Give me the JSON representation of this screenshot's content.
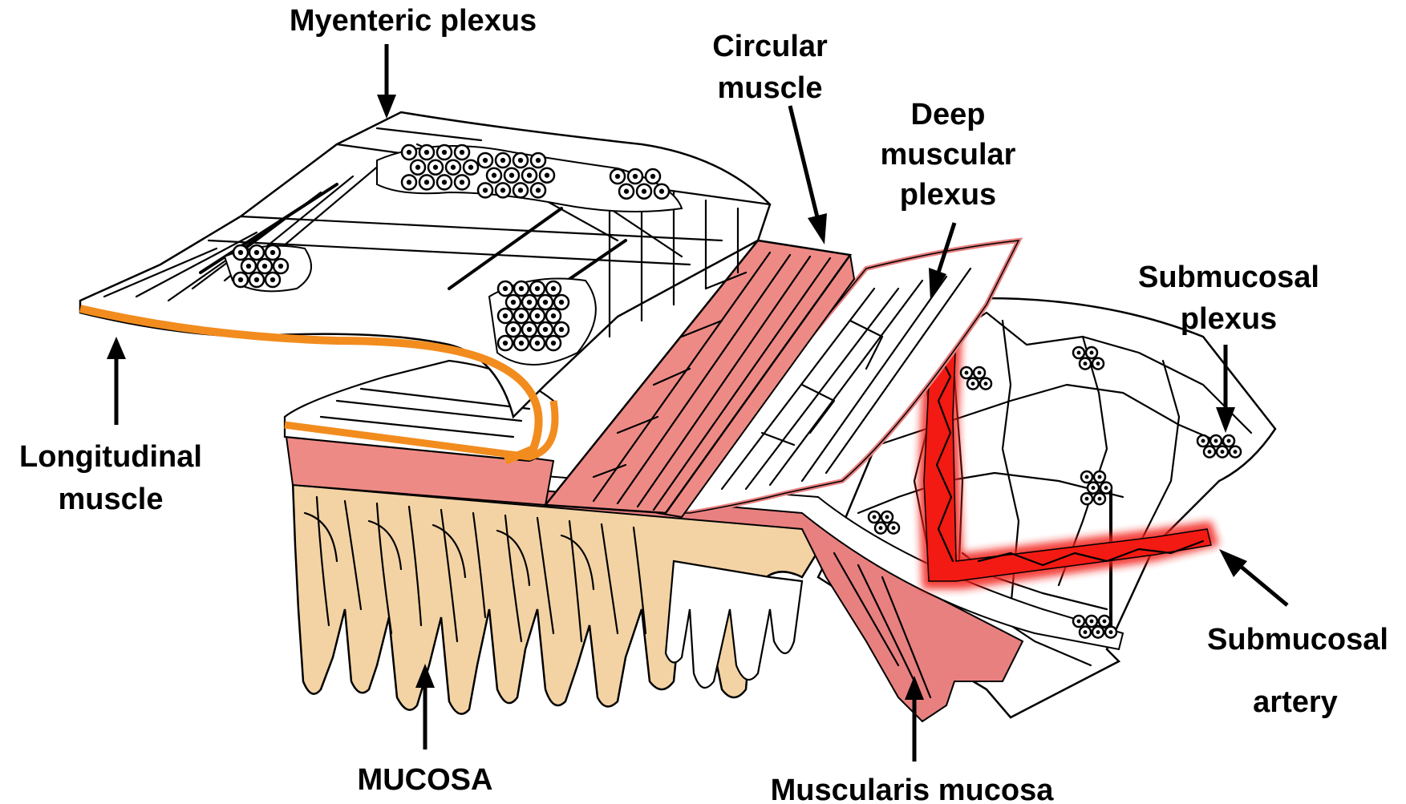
{
  "labels": {
    "myenteric_plexus": "Myenteric plexus",
    "circular_muscle_1": "Circular",
    "circular_muscle_2": "muscle",
    "deep_plexus_1": "Deep",
    "deep_plexus_2": "muscular",
    "deep_plexus_3": "plexus",
    "submucosal_plexus_1": "Submucosal",
    "submucosal_plexus_2": "plexus",
    "longitudinal_1": "Longitudinal",
    "longitudinal_2": "muscle",
    "submucosal_artery_1": "Submucosal",
    "submucosal_artery_2": "artery",
    "mucosa": "MUCOSA",
    "muscularis_mucosa": "Muscularis mucosa"
  },
  "colors": {
    "longitudinal_muscle": "#F28C1E",
    "circular_muscle": "#EE8A85",
    "muscularis_mucosa": "#E98080",
    "artery": "#F21A12",
    "mucosa": "#F3D3A4",
    "ink": "#000000"
  }
}
